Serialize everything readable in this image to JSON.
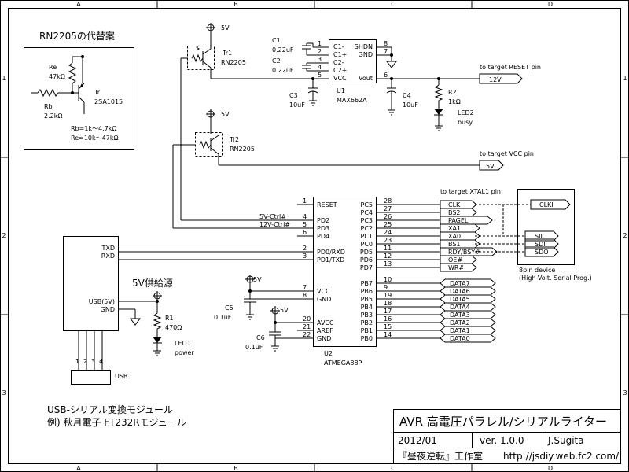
{
  "frame": {
    "cols": [
      "A",
      "B",
      "C",
      "D"
    ],
    "rows": [
      "1",
      "2",
      "3"
    ]
  },
  "title_block": {
    "title": "AVR 高電圧パラレル/シリアルライター",
    "date": "2012/01",
    "version": "ver. 1.0.0",
    "author": "J.Sugita",
    "studio": "『昼夜逆転』工作室",
    "url": "http://jsdiy.web.fc2.com/"
  },
  "inset": {
    "title": "RN2205の代替案",
    "re_label": "Re",
    "re_value": "47kΩ",
    "rb_label": "Rb",
    "rb_value": "2.2kΩ",
    "tr_label": "Tr",
    "tr_part": "2SA1015",
    "rb_range": "Rb=1k～4.7kΩ",
    "re_range": "Re=10k～47kΩ"
  },
  "power": {
    "vcc_label": "5V",
    "supply_title": "5V供給源"
  },
  "tr1": {
    "ref": "Tr1",
    "part": "RN2205"
  },
  "tr2": {
    "ref": "Tr2",
    "part": "RN2205"
  },
  "u1": {
    "ref": "U1",
    "part": "MAX662A",
    "pins_left": [
      {
        "num": "1",
        "name": "C1-"
      },
      {
        "num": "2",
        "name": "C1+"
      },
      {
        "num": "3",
        "name": "C2-"
      },
      {
        "num": "4",
        "name": "C2+"
      },
      {
        "num": "5",
        "name": "VCC"
      }
    ],
    "pins_right": [
      {
        "num": "8",
        "name": "SHDN"
      },
      {
        "num": "7",
        "name": "GND"
      },
      {
        "num": "6",
        "name": "Vout"
      }
    ]
  },
  "caps": {
    "c1_ref": "C1",
    "c1_val": "0.22uF",
    "c2_ref": "C2",
    "c2_val": "0.22uF",
    "c3_ref": "C3",
    "c3_val": "10uF",
    "c4_ref": "C4",
    "c4_val": "10uF",
    "c5_ref": "C5",
    "c5_val": "0.1uF",
    "c6_ref": "C6",
    "c6_val": "0.1uF"
  },
  "r2": {
    "ref": "R2",
    "val": "1kΩ"
  },
  "led2": {
    "ref": "LED2",
    "desc": "busy"
  },
  "r1": {
    "ref": "R1",
    "val": "470Ω"
  },
  "led1": {
    "ref": "LED1",
    "desc": "power"
  },
  "targets": {
    "reset": "to target RESET pin",
    "reset_flag": "12V",
    "vcc": "to target VCC pin",
    "vcc_flag": "5V",
    "xtal1": "to target XTAL1 pin"
  },
  "ctrl": {
    "ctrl5": "5V-Ctrl#",
    "ctrl12": "12V-Ctrl#"
  },
  "u2": {
    "ref": "U2",
    "part": "ATMEGA88P",
    "left_pins": [
      {
        "num": "1",
        "name": "RESET"
      },
      {
        "num": "4",
        "name": "PD2"
      },
      {
        "num": "5",
        "name": "PD3"
      },
      {
        "num": "6",
        "name": "PD4"
      },
      {
        "num": "2",
        "name": "PD0/RXD"
      },
      {
        "num": "3",
        "name": "PD1/TXD"
      },
      {
        "num": "7",
        "name": "VCC"
      },
      {
        "num": "8",
        "name": "GND"
      },
      {
        "num": "20",
        "name": "AVCC"
      },
      {
        "num": "21",
        "name": "AREF"
      },
      {
        "num": "22",
        "name": "GND"
      }
    ],
    "right_pins": [
      {
        "num": "28",
        "name": "PC5"
      },
      {
        "num": "27",
        "name": "PC4"
      },
      {
        "num": "26",
        "name": "PC3"
      },
      {
        "num": "25",
        "name": "PC2"
      },
      {
        "num": "24",
        "name": "PC1"
      },
      {
        "num": "23",
        "name": "PC0"
      },
      {
        "num": "11",
        "name": "PD5"
      },
      {
        "num": "12",
        "name": "PD6"
      },
      {
        "num": "13",
        "name": "PD7"
      },
      {
        "num": "10",
        "name": "PB7"
      },
      {
        "num": "9",
        "name": "PB6"
      },
      {
        "num": "19",
        "name": "PB5"
      },
      {
        "num": "18",
        "name": "PB4"
      },
      {
        "num": "17",
        "name": "PB3"
      },
      {
        "num": "16",
        "name": "PB2"
      },
      {
        "num": "15",
        "name": "PB1"
      },
      {
        "num": "14",
        "name": "PB0"
      }
    ]
  },
  "signals": [
    "CLK",
    "BS2",
    "PAGEL",
    "XA1",
    "XA0",
    "BS1",
    "RDY/BSY#",
    "OE#",
    "WR#"
  ],
  "data_bus": [
    "DATA7",
    "DATA6",
    "DATA5",
    "DATA4",
    "DATA3",
    "DATA2",
    "DATA1",
    "DATA0"
  ],
  "device": {
    "clk": "CLKI",
    "sii": "SII",
    "sdi": "SDI",
    "sdo": "SDO",
    "name": "8pin device",
    "desc": "(High-Volt. Serial Prog.)"
  },
  "usb_module": {
    "txd": "TXD",
    "rxd": "RXD",
    "usb5v": "USB(5V)",
    "gnd": "GND",
    "pin_nums": [
      "1",
      "2",
      "3",
      "4"
    ],
    "conn_label": "USB",
    "caption1": "USB-シリアル変換モジュール",
    "caption2": "例) 秋月電子 FT232Rモジュール"
  }
}
